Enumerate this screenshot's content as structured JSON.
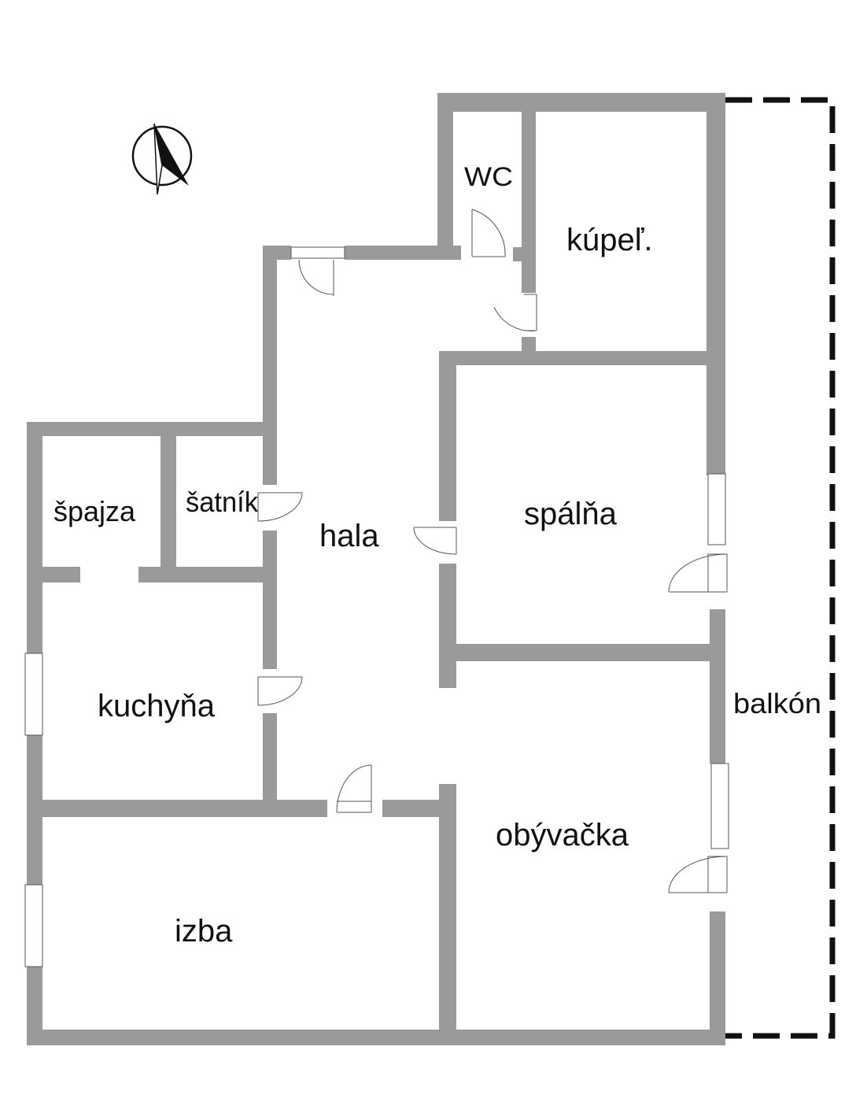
{
  "plan": {
    "rooms": {
      "wc": "WC",
      "kupel": "kúpeľ.",
      "hala": "hala",
      "spalna": "spálňa",
      "spajza": "špajza",
      "satnik": "šatník",
      "kuchyna": "kuchyňa",
      "obyvacka": "obývačka",
      "izba": "izba",
      "balkon": "balkón"
    },
    "colors": {
      "wall": "#9a9a9a",
      "balcony_outline": "#111111",
      "text": "#111111"
    },
    "compass": {
      "icon": "north-arrow-icon"
    }
  }
}
